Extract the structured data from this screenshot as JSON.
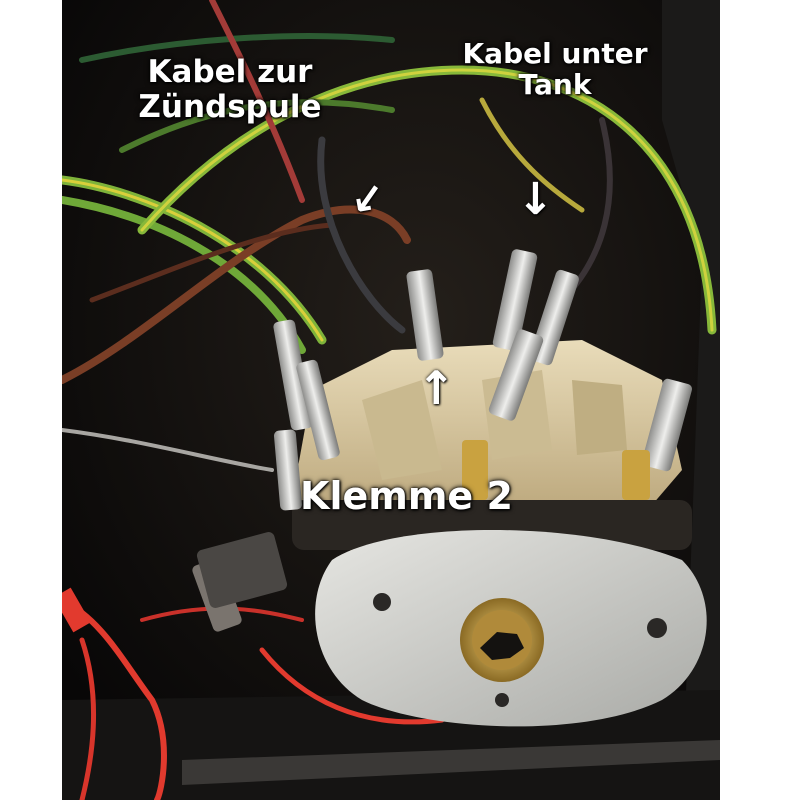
{
  "labels": {
    "ignition_cable_line1": "Kabel zur",
    "ignition_cable_line2": "Zündspule",
    "tank_cable_line1": "Kabel unter",
    "tank_cable_line2": "Tank",
    "terminal": "Klemme 2"
  },
  "colors": {
    "background": "#0e0d0c",
    "wire_green_yellow": "#8fbf2c",
    "wire_brown": "#8a4a2c",
    "wire_red": "#e23a2e",
    "switch_body": "#d8c8a0",
    "metal_plate": "#cfd0cc"
  }
}
